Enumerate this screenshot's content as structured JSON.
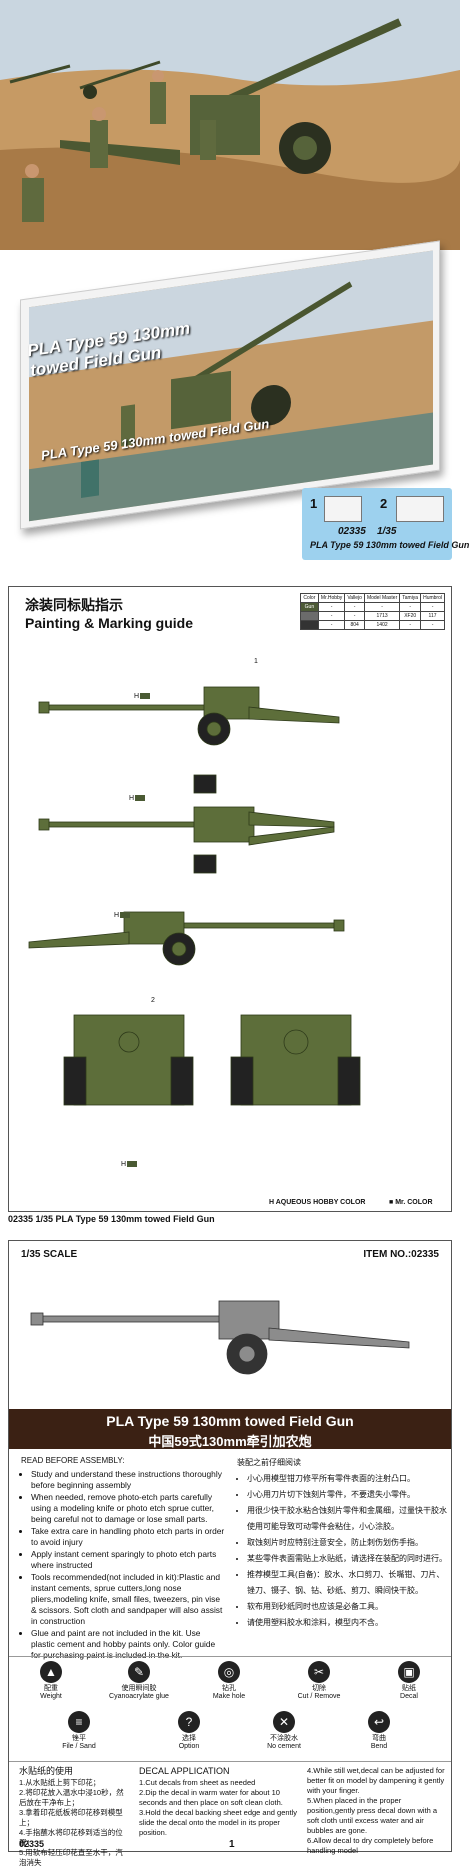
{
  "box": {
    "title": "PLA Type 59 130mm towed Field Gun",
    "title_side": "PLA Type 59 130mm towed Field Gun",
    "num1": "1",
    "num2": "2",
    "item": "02335",
    "scale": "1/35",
    "subtitle": "PLA Type 59 130mm towed Field Gun"
  },
  "guide": {
    "title_cn": "涂装同标贴指示",
    "title_en": "Painting & Marking guide",
    "table_header": [
      "Color",
      "Mr.Hobby",
      "Vallejo",
      "Model Master",
      "Tamiya",
      "Humbrol"
    ],
    "table_rows": [
      [
        "Gun",
        "-",
        "-",
        "-",
        "-",
        "-"
      ],
      [
        "",
        "-",
        "-",
        "1713",
        "XF20",
        "117"
      ],
      [
        "",
        "-",
        "804",
        "1402",
        "-",
        "-"
      ]
    ],
    "h_label": "H",
    "callout_1": "1",
    "callout_2": "2",
    "footer": "02335  1/35 PLA Type 59 130mm towed Field Gun",
    "legend_h": "H",
    "legend_aqueous": "AQUEOUS HOBBY COLOR",
    "legend_mr": "Mr. COLOR"
  },
  "instructions": {
    "scale": "1/35 SCALE",
    "item_no": "ITEM  NO.:02335",
    "title_en": "PLA Type 59 130mm towed Field Gun",
    "title_cn": "中国59式130mm牵引加农炮",
    "read_heading": "READ BEFORE ASSEMBLY:",
    "read_items": [
      "Study and understand these instructions thoroughly before beginning assembly",
      "When needed, remove photo-etch parts carefully using a modeling knife or photo etch sprue cutter, being careful not to damage or lose small parts.",
      "Take extra care in handling photo etch parts in order to avoid injury",
      "Apply instant cement sparingly to photo etch parts where instructed",
      "Tools recommended(not included in kit):Plastic and instant cements, sprue cutters,long nose pliers,modeling knife, small files, tweezers, pin vise & scissors. Soft cloth and sandpaper will also assist in construction",
      "Glue and paint are not included in the kit. Use plastic cement and hobby paints only. Color guide for purchasing paint is included in the kit."
    ],
    "cn_heading": "装配之前仔细阅读",
    "cn_items": [
      "小心用模型钳刀修平所有零件表面的注射凸口。",
      "小心用刀片切下蚀刻片零件，不要遗失小零件。",
      "用很少快干胶水粘合蚀刻片零件和金属细，过量快干胶水使用可能导致可动零件会粘住，小心涂胶。",
      "取蚀刻片时应特别注意安全，防止刺伤划伤手指。",
      "某些零件表面需贴上水贴纸，请选择在装配的同时进行。",
      "推荐模型工具(自备)：胶水、水口剪刀、长嘴钳、刀片、锉刀、镊子、钢、钻、砂纸、剪刀、瞬间快干胶。",
      "软布用到砂纸同时也应该是必备工具。",
      "请使用塑料胶水和涂料，模型内不含。"
    ],
    "icons": [
      {
        "cn": "配重",
        "en": "Weight",
        "glyph": "▲"
      },
      {
        "cn": "使用瞬间胶",
        "en": "Cyanoacrylate glue",
        "glyph": "✎"
      },
      {
        "cn": "钻孔",
        "en": "Make hole",
        "glyph": "◎"
      },
      {
        "cn": "切除",
        "en": "Cut / Remove",
        "glyph": "✂"
      },
      {
        "cn": "贴纸",
        "en": "Decal",
        "glyph": "▣"
      },
      {
        "cn": "锉平",
        "en": "File / Sand",
        "glyph": "≡"
      },
      {
        "cn": "选择",
        "en": "Option",
        "glyph": "?"
      },
      {
        "cn": "不涂胶水",
        "en": "No cement",
        "glyph": "✕"
      },
      {
        "cn": "弯曲",
        "en": "Bend",
        "glyph": "↩"
      }
    ],
    "decal_cn_heading": "水贴纸的使用",
    "decal_cn": [
      "1.从水贴纸上剪下印花；",
      "2.将印花放入温水中浸10秒，然后放在干净布上；",
      "3.拿着印花纸板将印花移到模型上；",
      "4.手指蘸水将印花移到适当的位置；",
      "5.用软布轻压印花直至水干，汽泡消失"
    ],
    "decal_heading": "DECAL APPLICATION",
    "decal_en": [
      "1.Cut decals from sheet as needed",
      "2.Dip the decal in warm water for about 10 seconds and then place on soft clean cloth.",
      "3.Hold the decal backing sheet edge and gently slide the decal onto the model in its proper position."
    ],
    "decal_en2": [
      "4.While still wet,decal can be adjusted for better fit on model by dampening it gently with your finger.",
      "5.When placed in the proper position,gently press decal down with a soft cloth until excess water and air bubbles are gone.",
      "6.Allow decal to dry completely before handling model"
    ],
    "page_item": "02335",
    "page_num": "1"
  },
  "colors": {
    "gun_green": "#5d6e3a",
    "title_bar": "#3b2114",
    "info_blue": "#9dd1ee"
  }
}
